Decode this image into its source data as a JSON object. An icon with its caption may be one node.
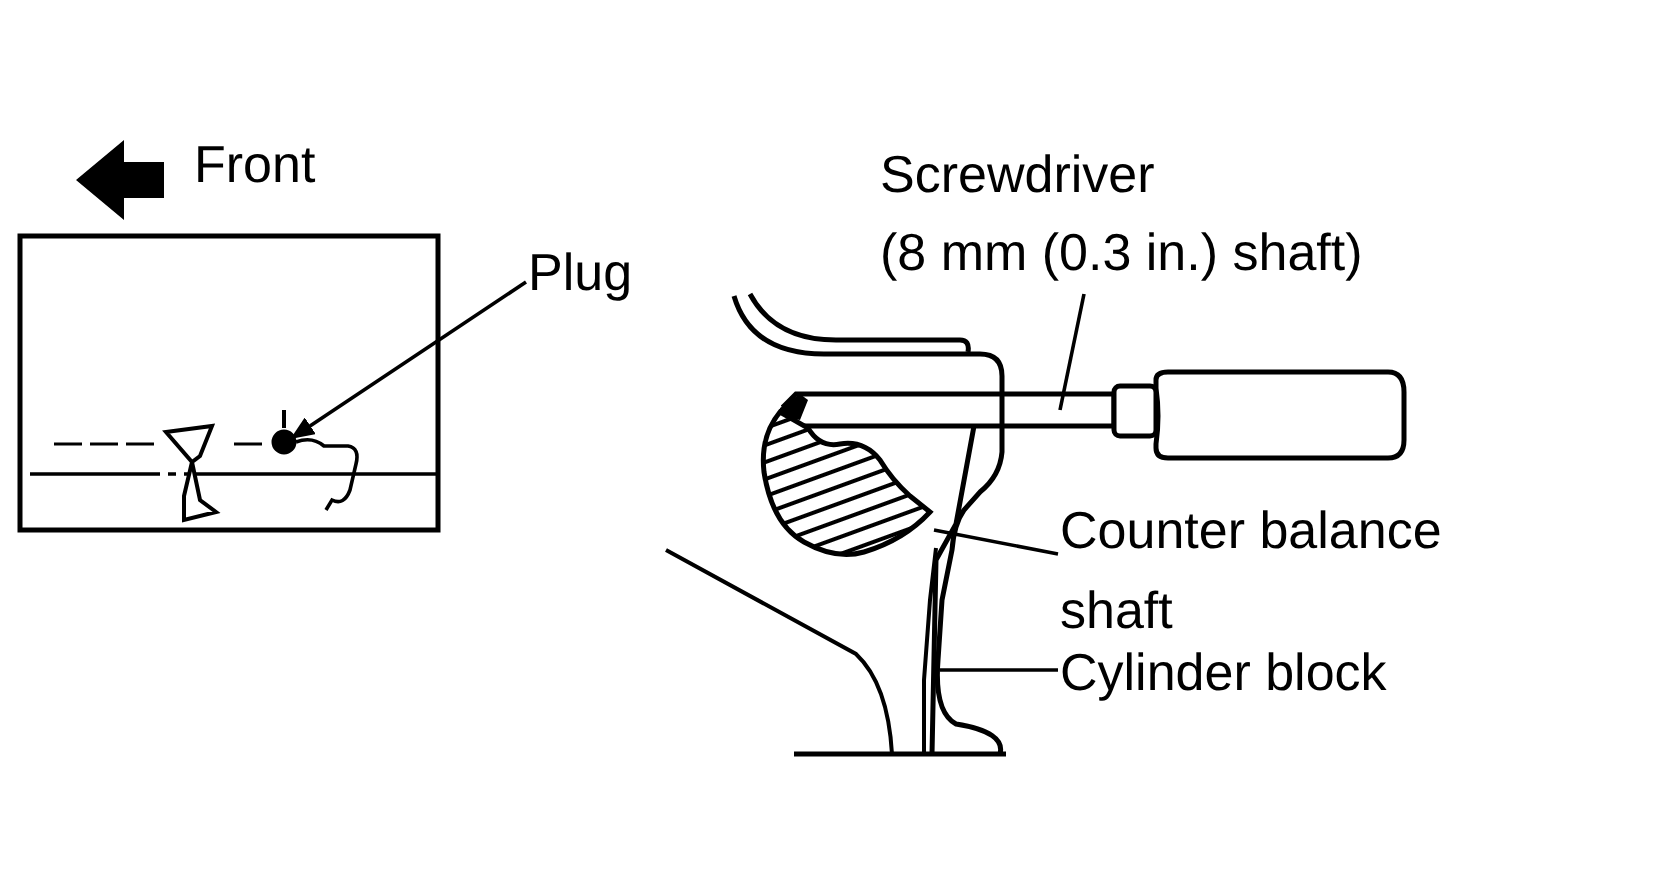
{
  "diagram": {
    "nodes": [
      {
        "text": [
          "Plug"
        ]
      },
      {
        "text": [],
        "shape": "circle"
      },
      {
        "text": [
          "Screwdriver",
          "(8 mm (0.3 in.) shaft)"
        ]
      },
      {
        "text": [],
        "shape": "picture"
      },
      {
        "text": [
          "Counter balance shaft"
        ]
      },
      {
        "text": [],
        "shape": "picture"
      },
      {
        "text": [
          "Cylinder block"
        ]
      },
      {
        "text": [],
        "shape": "picture"
      }
    ],
    "edges": [
      {
        "from": 0,
        "to": 1,
        "arrow": "to"
      },
      {
        "from": 2,
        "to": 3,
        "arrow": "none"
      },
      {
        "from": 4,
        "to": 5,
        "arrow": "none"
      },
      {
        "from": 6,
        "to": 7,
        "arrow": "none"
      }
    ],
    "labels": [
      "Front"
    ]
  }
}
